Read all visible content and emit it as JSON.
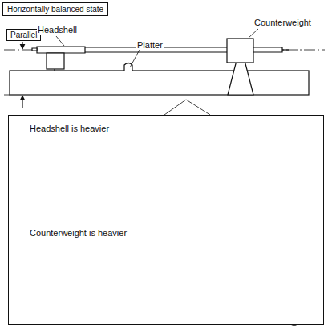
{
  "diagram": {
    "nodes": [
      {
        "text": [
          "Horizontally balanced state"
        ]
      },
      {
        "text": [
          "Parallel"
        ]
      },
      {
        "text": [
          "Headshell is heavier",
          "Counterweight is heavier"
        ]
      }
    ],
    "labels": [
      "Headshell",
      "Platter",
      "Counterweight"
    ]
  }
}
